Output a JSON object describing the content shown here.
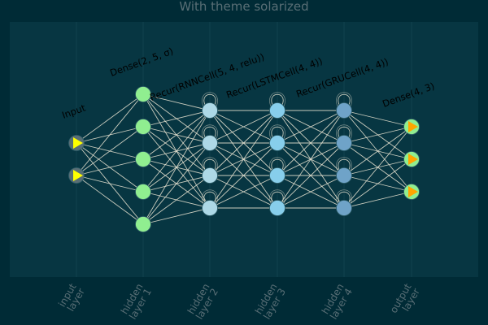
{
  "title": "With theme solarized",
  "colors": {
    "background": "#002b36",
    "plot_area": "#073642",
    "title": "#586e75",
    "edges": "#eee8d5"
  },
  "layers": [
    {
      "axis_label": [
        "input",
        "layer"
      ],
      "annotation": "Input",
      "nodes": 2,
      "node_type": "input",
      "fill": "#586e75",
      "marker": "#ffff00",
      "recurrent": false
    },
    {
      "axis_label": [
        "hidden",
        "layer 1"
      ],
      "annotation": "Dense(2, 5, σ)",
      "nodes": 5,
      "node_type": "dense",
      "fill": "#90ee90",
      "recurrent": false
    },
    {
      "axis_label": [
        "hidden",
        "layer 2"
      ],
      "annotation": "Recur(RNNCell(5, 4, relu))",
      "nodes": 4,
      "node_type": "recurrent",
      "fill": "#add8e6",
      "recurrent": true
    },
    {
      "axis_label": [
        "hidden",
        "layer 3"
      ],
      "annotation": "Recur(LSTMCell(4, 4))",
      "nodes": 4,
      "node_type": "recurrent",
      "fill": "#87ceeb",
      "recurrent": true
    },
    {
      "axis_label": [
        "hidden",
        "layer 4"
      ],
      "annotation": "Recur(GRUCell(4, 4))",
      "nodes": 4,
      "node_type": "recurrent",
      "fill": "#6fa3c8",
      "recurrent": true
    },
    {
      "axis_label": [
        "output",
        "layer"
      ],
      "annotation": "Dense(4, 3)",
      "nodes": 3,
      "node_type": "output",
      "fill": "#90ee90",
      "marker": "#ffa500",
      "recurrent": false
    }
  ]
}
